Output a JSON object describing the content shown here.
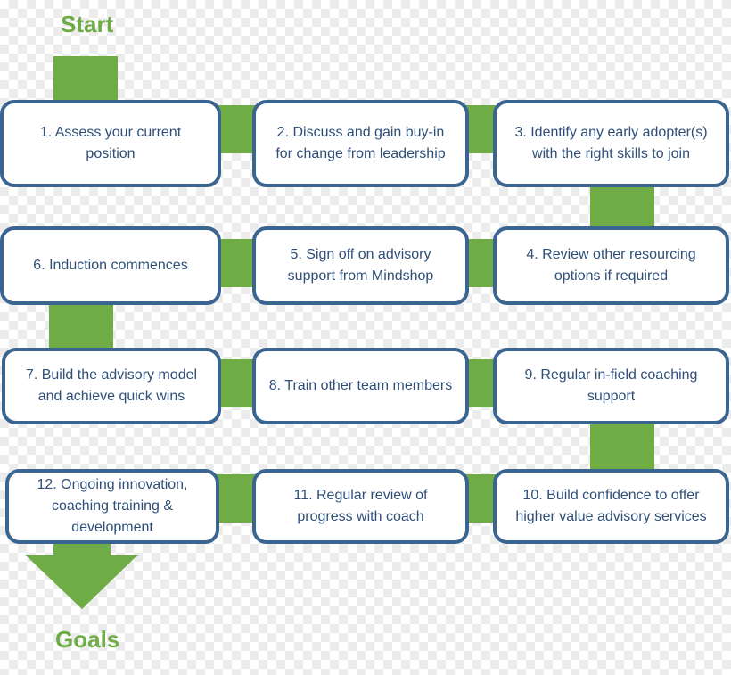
{
  "start_label": "Start",
  "goals_label": "Goals",
  "accent_color": "#6fac46",
  "box_border_color": "#3a6591",
  "text_color": "#2f4f79",
  "steps": [
    {
      "id": 1,
      "text": "1. Assess your current position"
    },
    {
      "id": 2,
      "text": "2. Discuss and gain buy-in for change from leadership"
    },
    {
      "id": 3,
      "text": "3. Identify any early adopter(s) with the right skills to join"
    },
    {
      "id": 4,
      "text": "4. Review other resourcing options if required"
    },
    {
      "id": 5,
      "text": "5. Sign off on advisory support from Mindshop"
    },
    {
      "id": 6,
      "text": "6. Induction commences"
    },
    {
      "id": 7,
      "text": "7. Build the advisory model and achieve quick wins"
    },
    {
      "id": 8,
      "text": "8. Train other team members"
    },
    {
      "id": 9,
      "text": "9. Regular in-field coaching support"
    },
    {
      "id": 10,
      "text": "10. Build confidence to offer higher value advisory services"
    },
    {
      "id": 11,
      "text": "11. Regular review of progress with coach"
    },
    {
      "id": 12,
      "text": "12. Ongoing innovation, coaching training & development"
    }
  ]
}
